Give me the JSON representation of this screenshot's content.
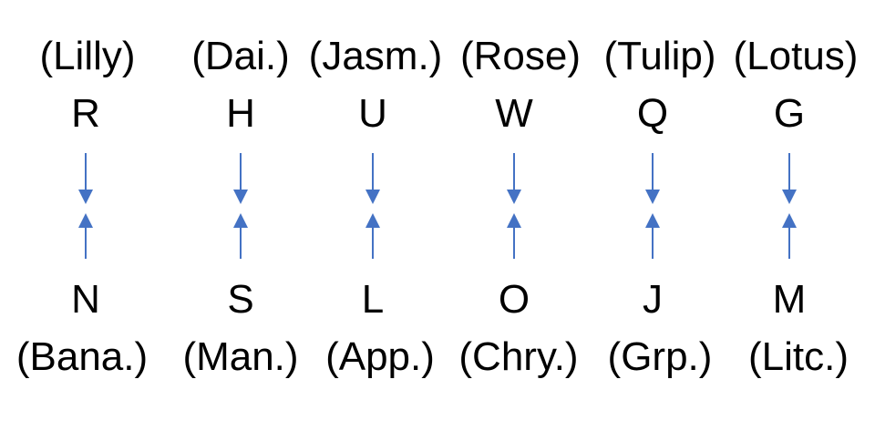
{
  "colors": {
    "arrow": "#4472C4",
    "text": "#000000",
    "background": "#ffffff"
  },
  "pairs": [
    {
      "top_name": "(Lilly)",
      "top_letter": "R",
      "bottom_letter": "N",
      "bottom_name": "(Bana.)"
    },
    {
      "top_name": "(Dai.)",
      "top_letter": "H",
      "bottom_letter": "S",
      "bottom_name": "(Man.)"
    },
    {
      "top_name": "(Jasm.)",
      "top_letter": "U",
      "bottom_letter": "L",
      "bottom_name": "(App.)"
    },
    {
      "top_name": "(Rose)",
      "top_letter": "W",
      "bottom_letter": "O",
      "bottom_name": "(Chry.)"
    },
    {
      "top_name": "(Tulip)",
      "top_letter": "Q",
      "bottom_letter": "J",
      "bottom_name": "(Grp.)"
    },
    {
      "top_name": "(Lotus)",
      "top_letter": "G",
      "bottom_letter": "M",
      "bottom_name": "(Litc.)"
    }
  ]
}
